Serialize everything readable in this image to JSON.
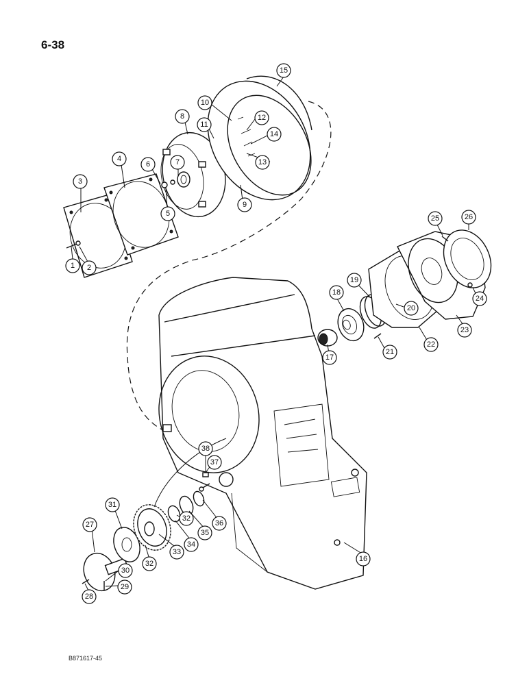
{
  "page_number": "6-38",
  "document_code": "B871617-45",
  "callouts": [
    "1",
    "2",
    "3",
    "4",
    "5",
    "6",
    "7",
    "8",
    "9",
    "10",
    "11",
    "12",
    "13",
    "14",
    "15",
    "16",
    "17",
    "18",
    "19",
    "20",
    "21",
    "22",
    "23",
    "24",
    "25",
    "26",
    "27",
    "28",
    "29",
    "30",
    "31",
    "32",
    "32",
    "33",
    "34",
    "35",
    "36",
    "37",
    "38"
  ]
}
